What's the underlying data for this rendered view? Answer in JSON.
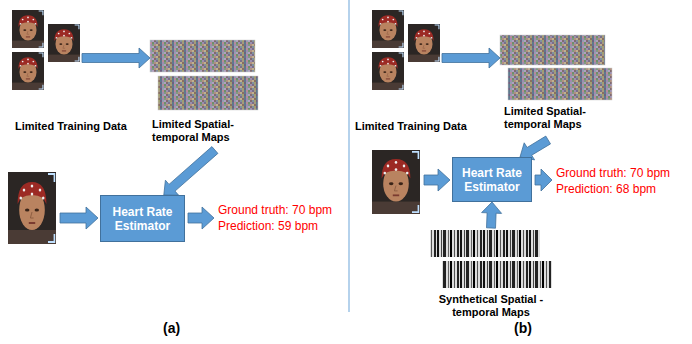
{
  "diagram": {
    "nodes": [
      {
        "text": [
          "Limited Training Data"
        ]
      },
      {
        "text": [
          "Limited Spatial- temporal Maps"
        ]
      },
      {
        "text": [
          "Heart Rate Estimator"
        ]
      },
      {
        "text": [
          "Limited Training Data"
        ]
      },
      {
        "text": [
          "Limited Spatial- temporal Maps"
        ]
      },
      {
        "text": [
          "Heart Rate Estimator"
        ]
      },
      {
        "text": [
          "Synthetical Spatial -temporal Maps"
        ]
      }
    ],
    "edges": [
      {
        "from": 0,
        "to": 1,
        "arrow": "to"
      },
      {
        "from": 1,
        "to": 2,
        "arrow": "to"
      },
      {
        "from": 3,
        "to": 4,
        "arrow": "to"
      },
      {
        "from": 4,
        "to": 5,
        "arrow": "to"
      },
      {
        "from": 6,
        "to": 5,
        "arrow": "to"
      }
    ],
    "labels": [
      "Ground truth: 70 bpm",
      "Prediction: 59 bpm",
      "(a)",
      "Ground truth: 70 bpm",
      "Prediction: 68 bpm",
      "(b)"
    ]
  }
}
